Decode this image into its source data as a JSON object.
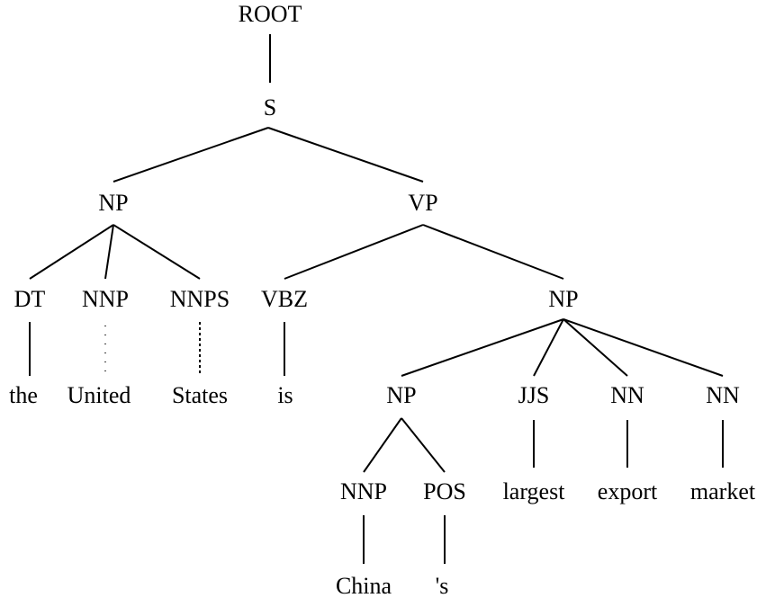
{
  "tree": {
    "nodes": {
      "root": "ROOT",
      "s": "S",
      "np_subj": "NP",
      "vp": "VP",
      "dt": "DT",
      "nnp_1": "NNP",
      "nnps": "NNPS",
      "vbz": "VBZ",
      "np_obj": "NP",
      "np_poss": "NP",
      "jjs": "JJS",
      "nn_1": "NN",
      "nn_2": "NN",
      "nnp_2": "NNP",
      "pos": "POS"
    },
    "words": {
      "the": "the",
      "united": "United",
      "states": "States",
      "is": "is",
      "largest": "largest",
      "export": "export",
      "market": "market",
      "china": "China",
      "s": "'s"
    }
  }
}
